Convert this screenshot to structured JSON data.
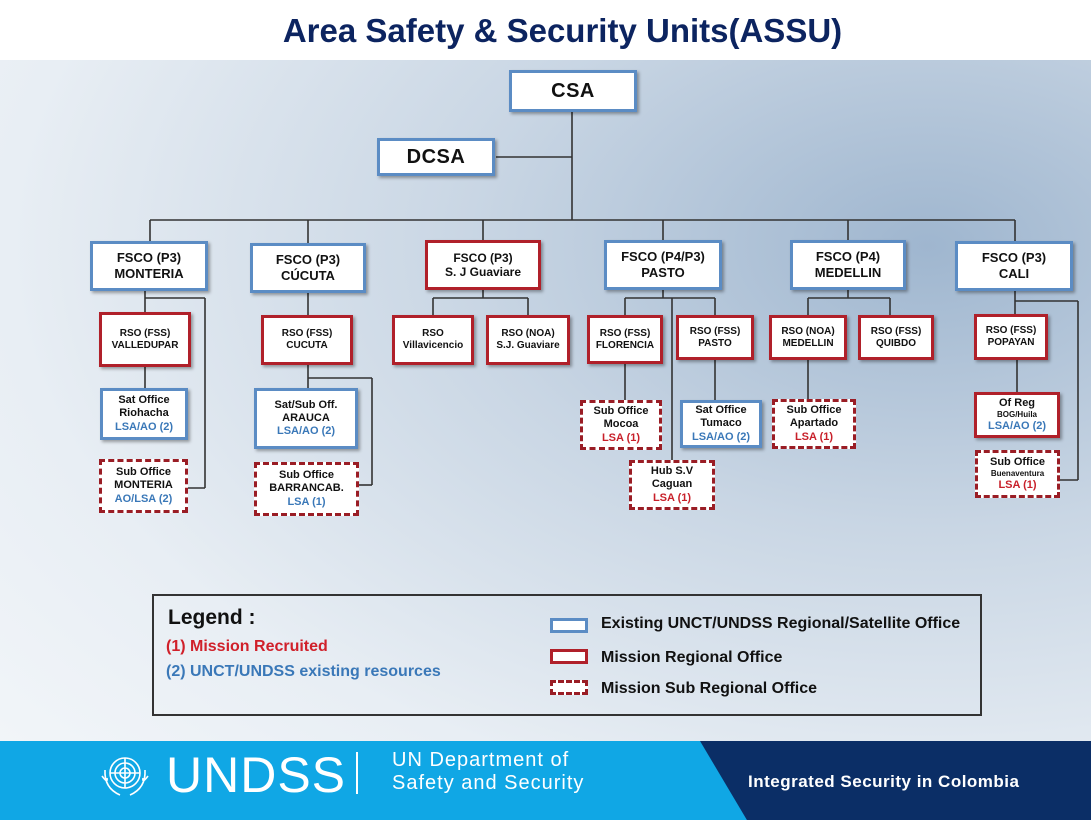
{
  "title": "Area Safety & Security Units(ASSU)",
  "top": {
    "csa": "CSA",
    "dcsa": "DCSA"
  },
  "fsco": [
    {
      "l1": "FSCO (P3)",
      "l2": "MONTERIA"
    },
    {
      "l1": "FSCO (P3)",
      "l2": "CÚCUTA"
    },
    {
      "l1": "FSCO (P3)",
      "l2": "S. J Guaviare"
    },
    {
      "l1": "FSCO (P4/P3)",
      "l2": "PASTO"
    },
    {
      "l1": "FSCO (P4)",
      "l2": "MEDELLIN"
    },
    {
      "l1": "FSCO (P3)",
      "l2": "CALI"
    }
  ],
  "rso": [
    {
      "l1": "RSO (FSS)",
      "l2": "VALLEDUPAR"
    },
    {
      "l1": "RSO (FSS)",
      "l2": "CUCUTA"
    },
    {
      "l1": "RSO",
      "l2": "Villavicencio"
    },
    {
      "l1": "RSO (NOA)",
      "l2": "S.J. Guaviare"
    },
    {
      "l1": "RSO (FSS)",
      "l2": "FLORENCIA"
    },
    {
      "l1": "RSO (FSS)",
      "l2": "PASTO"
    },
    {
      "l1": "RSO (NOA)",
      "l2": "MEDELLIN"
    },
    {
      "l1": "RSO (FSS)",
      "l2": "QUIBDO"
    },
    {
      "l1": "RSO (FSS)",
      "l2": "POPAYAN"
    }
  ],
  "offices": [
    {
      "l1": "Sat Office",
      "l2": "Riohacha",
      "l3": "LSA/AO (2)"
    },
    {
      "l1": "Sub Office",
      "l2": "MONTERIA",
      "l3": "AO/LSA (2)"
    },
    {
      "l1": "Sat/Sub Off.",
      "l2": "ARAUCA",
      "l3": "LSA/AO (2)"
    },
    {
      "l1": "Sub Office",
      "l2": "BARRANCAB.",
      "l3": "LSA (1)"
    },
    {
      "l1": "Sub Office",
      "l2": "Mocoa",
      "l3": "LSA (1)"
    },
    {
      "l1": "Sat Office",
      "l2": "Tumaco",
      "l3": "LSA/AO (2)"
    },
    {
      "l1": "Hub S.V",
      "l2": "Caguan",
      "l3": "LSA (1)"
    },
    {
      "l1": "Sub Office",
      "l2": "Apartado",
      "l3": "LSA (1)"
    },
    {
      "l1": "Of Reg",
      "l2": "BOG/Huila",
      "l3": "LSA/AO (2)"
    },
    {
      "l1": "Sub Office",
      "l2": "Buenaventura",
      "l3": "LSA (1)"
    }
  ],
  "legend": {
    "title": "Legend :",
    "item1": "(1)  Mission Recruited",
    "item2": "(2)  UNCT/UNDSS existing resources",
    "sw1": "Existing UNCT/UNDSS Regional/Satellite Office",
    "sw2": "Mission Regional Office",
    "sw3": "Mission Sub Regional Office"
  },
  "footer": {
    "brand": "UNDSS",
    "dept_line1": "UN Department of",
    "dept_line2": "Safety and Security",
    "tagline": "Integrated Security in Colombia"
  },
  "colors": {
    "title": "#0c2460",
    "blue_border": "#5b8cc4",
    "red_border": "#b0202a",
    "footer_blue": "#10a7e5",
    "footer_navy": "#0b2e66",
    "recruited_red": "#d0202a",
    "existing_blue": "#3a78b8"
  },
  "icons": {
    "logo": "un-emblem-icon"
  }
}
